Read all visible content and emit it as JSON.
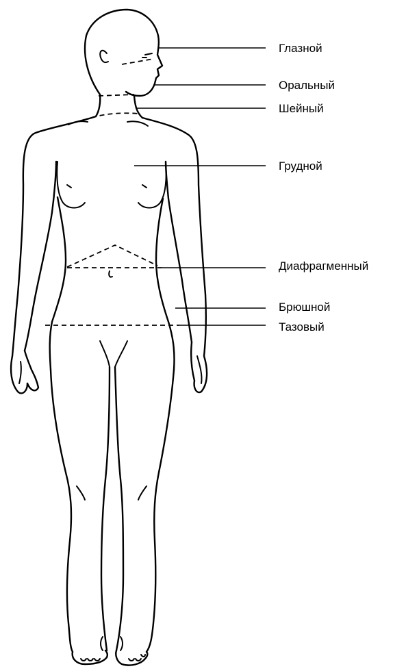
{
  "labels": {
    "ocular": "Глазной",
    "oral": "Оральный",
    "cervical": "Шейный",
    "thoracic": "Грудной",
    "diaphragmatic": "Диафрагменный",
    "abdominal": "Брюшной",
    "pelvic": "Тазовый"
  }
}
